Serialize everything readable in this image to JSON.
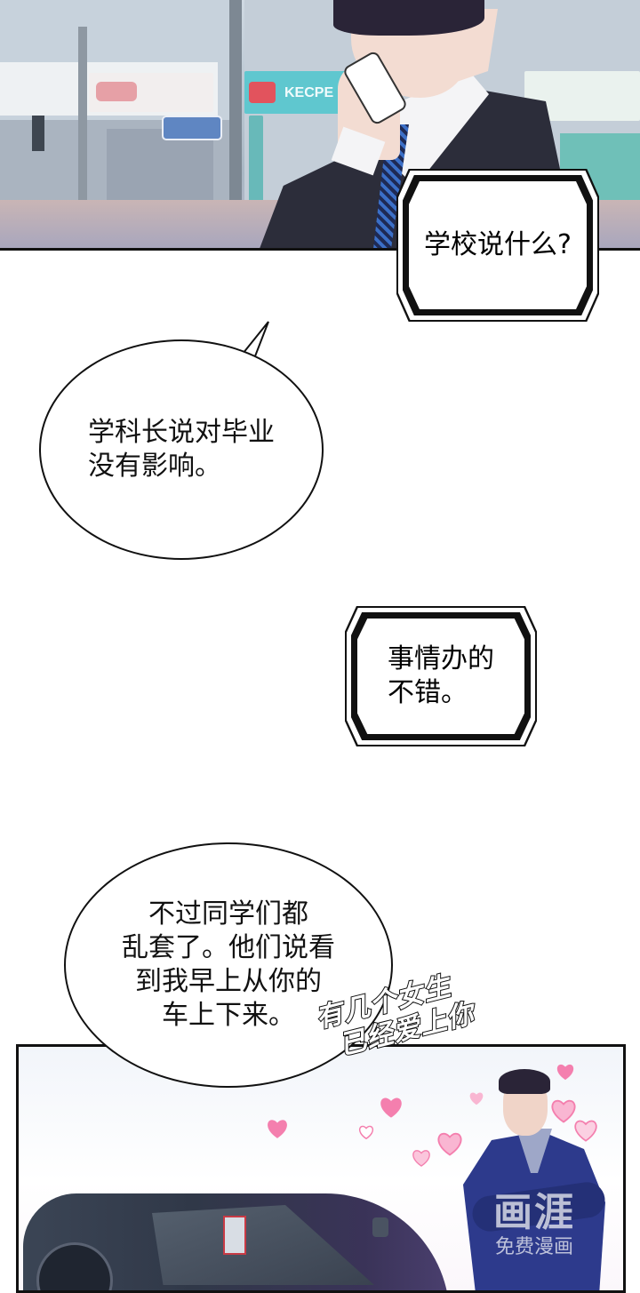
{
  "comic": {
    "panels": [
      {
        "id": "panel-1",
        "description": "Man in dark suit talking on phone on a city street",
        "background_signs": [
          "KECPE"
        ]
      },
      {
        "id": "panel-2",
        "description": "Man in blue suit with arms crossed next to dark sports car, pink hearts floating"
      }
    ],
    "bubbles": [
      {
        "id": "bubble-1",
        "shape": "octagon",
        "text": "学校说什么?"
      },
      {
        "id": "bubble-2",
        "shape": "oval",
        "text": "学科长说对毕业\n没有影响。"
      },
      {
        "id": "bubble-3",
        "shape": "octagon",
        "text": "事情办的\n不错。"
      },
      {
        "id": "bubble-4",
        "shape": "oval",
        "text": "不过同学们都\n乱套了。他们说看\n到我早上从你的\n车上下来。"
      }
    ],
    "sfx": {
      "line1": "有几个女生",
      "line2": "已经爱上你"
    },
    "watermark": {
      "logo": "画涯",
      "subtitle": "免费漫画"
    },
    "colors": {
      "ink": "#111111",
      "heart_pink": "#f47fae",
      "suit_blue": "#2d3a8c",
      "suit_dark": "#2c2d3a",
      "sign_teal": "#5fc7cf"
    }
  }
}
